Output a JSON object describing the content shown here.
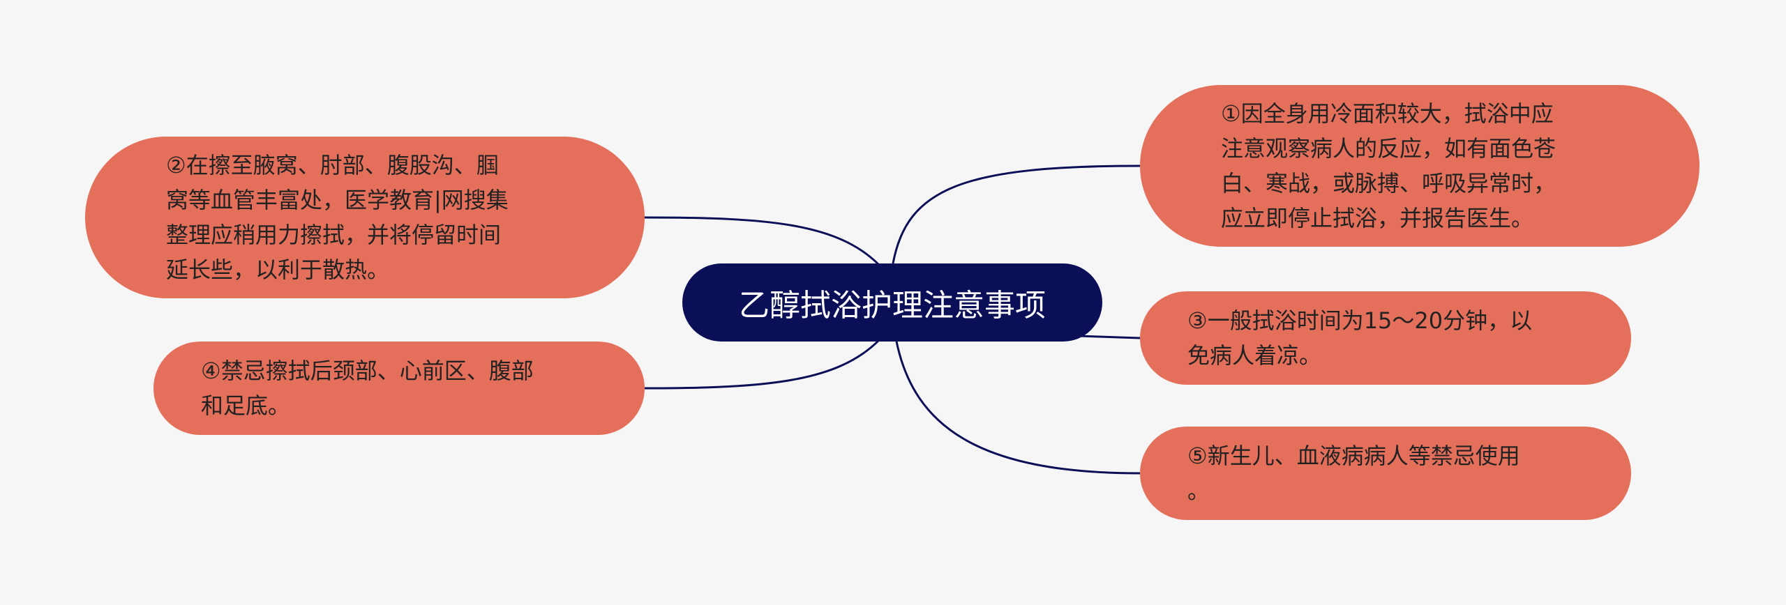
{
  "root": {
    "label": "乙醇拭浴护理注意事项",
    "color": "#0a0f57"
  },
  "branches": [
    {
      "id": "n1",
      "side": "right",
      "text": "①因全身用冷面积较大，拭浴中应\n注意观察病人的反应，如有面色苍\n白、寒战，或脉搏、呼吸异常时，\n应立即停止拭浴，并报告医生。"
    },
    {
      "id": "n2",
      "side": "left",
      "text": "②在擦至腋窝、肘部、腹股沟、腘\n窝等血管丰富处，医学教育|网搜集\n整理应稍用力擦拭，并将停留时间\n延长些，以利于散热。"
    },
    {
      "id": "n3",
      "side": "right",
      "text": "③一般拭浴时间为15～20分钟，以\n免病人着凉。"
    },
    {
      "id": "n4",
      "side": "left",
      "text": "④禁忌擦拭后颈部、心前区、腹部\n和足底。"
    },
    {
      "id": "n5",
      "side": "right",
      "text": "⑤新生儿、血液病病人等禁忌使用\n。"
    }
  ],
  "colors": {
    "branch_fill": "#e4705b",
    "link_stroke": "#0a0f57",
    "background": "#f6f6f6"
  }
}
